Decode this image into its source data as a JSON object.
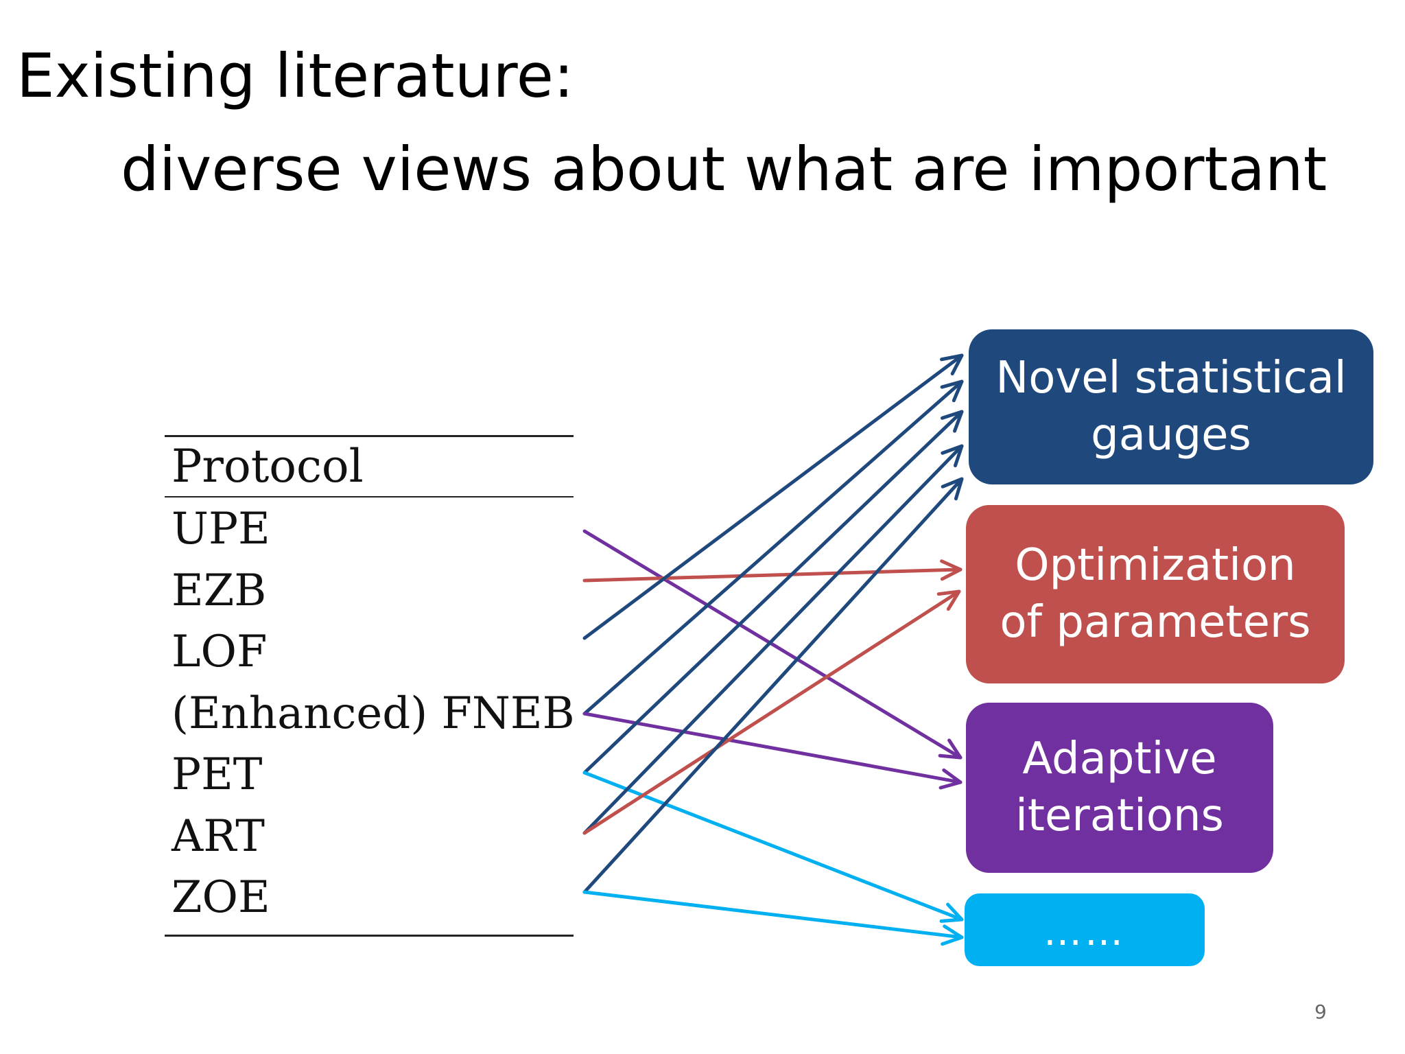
{
  "title": {
    "line1": "Existing literature:",
    "line2": "diverse views about what are important"
  },
  "table": {
    "header": "Protocol",
    "rows": [
      "UPE",
      "EZB",
      "LOF",
      "(Enhanced) FNEB",
      "PET",
      "ART",
      "ZOE"
    ]
  },
  "categories": [
    {
      "id": "gauges",
      "lines": [
        "Novel statistical",
        "gauges"
      ],
      "color": "#1F497D"
    },
    {
      "id": "params",
      "lines": [
        "Optimization",
        "of parameters"
      ],
      "color": "#C0504D"
    },
    {
      "id": "adaptive",
      "lines": [
        "Adaptive",
        "iterations"
      ],
      "color": "#7030A0"
    },
    {
      "id": "other",
      "lines": [
        "……"
      ],
      "color": "#00B0F0"
    }
  ],
  "connections": [
    {
      "from": "UPE",
      "to": "adaptive",
      "color": "#7030A0"
    },
    {
      "from": "EZB",
      "to": "params",
      "color": "#C0504D"
    },
    {
      "from": "LOF",
      "to": "gauges",
      "color": "#1F497D"
    },
    {
      "from": "(Enhanced) FNEB",
      "to": "gauges",
      "color": "#1F497D"
    },
    {
      "from": "(Enhanced) FNEB",
      "to": "adaptive",
      "color": "#7030A0"
    },
    {
      "from": "PET",
      "to": "gauges",
      "color": "#1F497D"
    },
    {
      "from": "PET",
      "to": "other",
      "color": "#00B0F0"
    },
    {
      "from": "ART",
      "to": "gauges",
      "color": "#1F497D"
    },
    {
      "from": "ART",
      "to": "params",
      "color": "#C0504D"
    },
    {
      "from": "ZOE",
      "to": "gauges",
      "color": "#1F497D"
    },
    {
      "from": "ZOE",
      "to": "other",
      "color": "#00B0F0"
    }
  ],
  "page_number": "9"
}
